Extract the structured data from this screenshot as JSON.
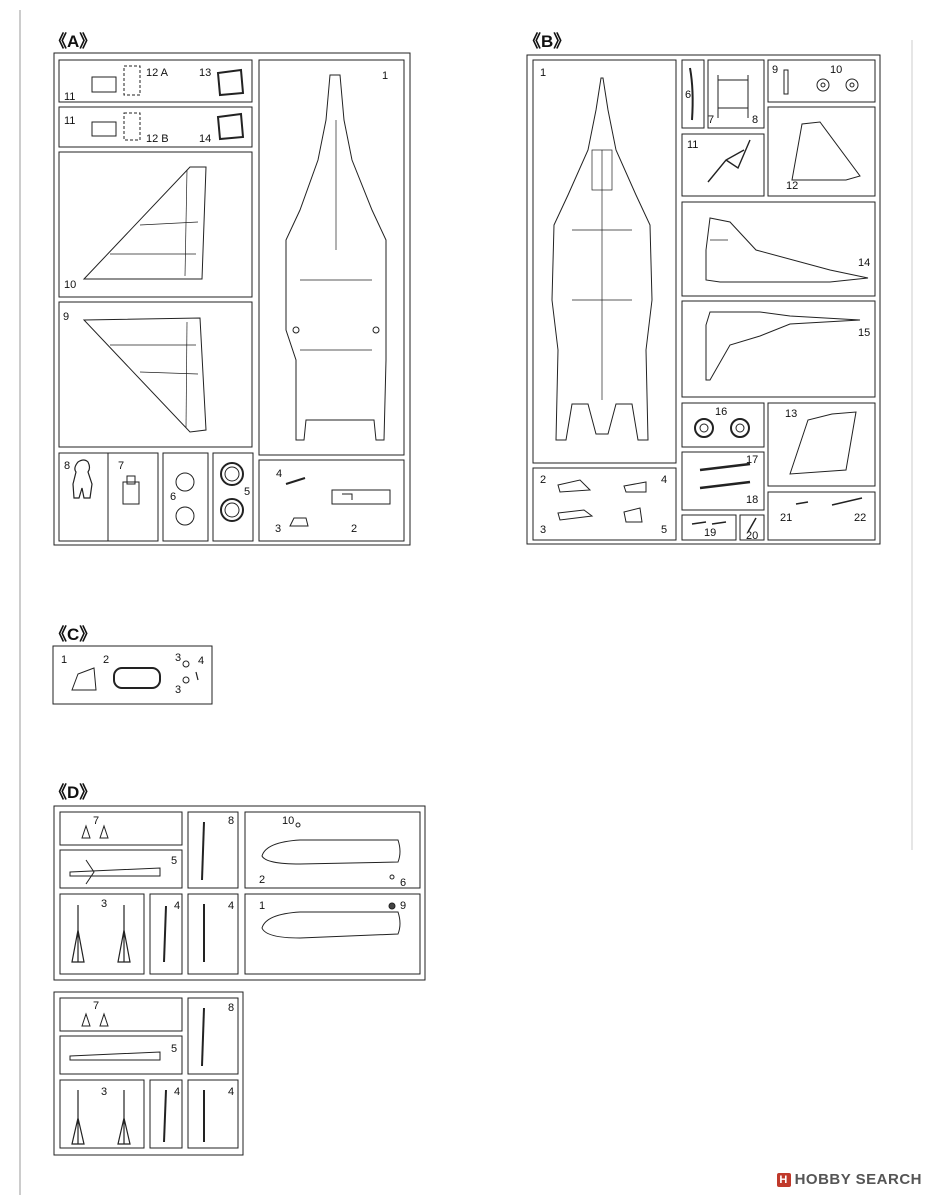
{
  "sections": {
    "A": "《A》",
    "B": "《B》",
    "C": "《C》",
    "D": "《D》"
  },
  "sprue_a": {
    "parts": [
      "1",
      "2",
      "3",
      "4",
      "5",
      "6",
      "7",
      "8",
      "9",
      "10",
      "11",
      "11",
      "12 A",
      "12 B",
      "13",
      "14"
    ]
  },
  "sprue_b": {
    "parts": [
      "1",
      "2",
      "3",
      "4",
      "5",
      "6",
      "7",
      "8",
      "9",
      "10",
      "11",
      "12",
      "13",
      "14",
      "15",
      "16",
      "17",
      "18",
      "19",
      "20",
      "21",
      "22"
    ]
  },
  "sprue_c": {
    "parts": [
      "1",
      "2",
      "3",
      "3",
      "4"
    ]
  },
  "sprue_d1": {
    "parts": [
      "1",
      "2",
      "3",
      "4",
      "4",
      "5",
      "6",
      "7",
      "8",
      "9",
      "10"
    ]
  },
  "sprue_d2": {
    "parts": [
      "3",
      "4",
      "4",
      "5",
      "7",
      "8"
    ]
  },
  "watermark": {
    "brand": "HOBBY SEARCH",
    "badge": "H"
  }
}
